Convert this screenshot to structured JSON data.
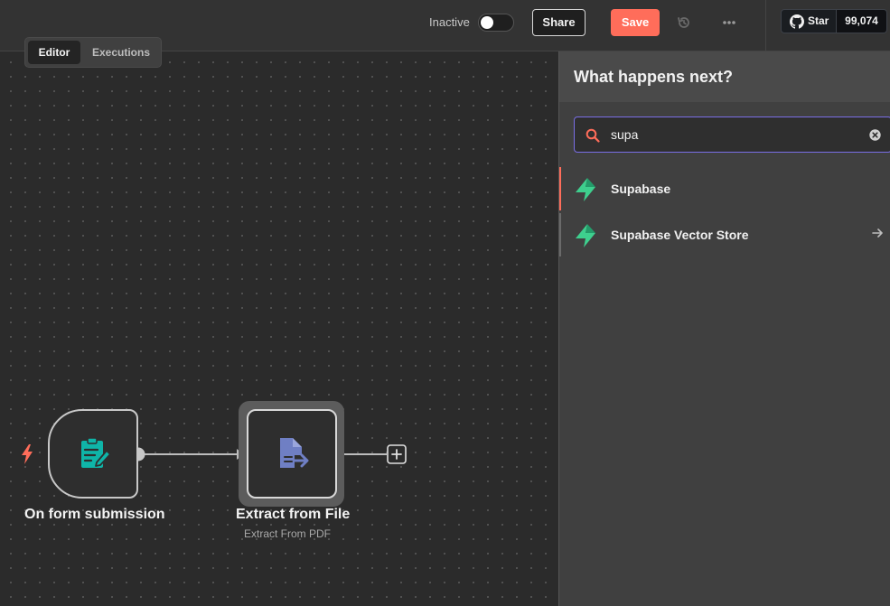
{
  "topbar": {
    "active_toggle_label": "Inactive",
    "active_toggle_on": false,
    "share_label": "Share",
    "save_label": "Save",
    "history_icon": "history-icon",
    "more_icon": "more-horizontal-icon",
    "github_star_label": "Star",
    "github_star_count": "99,074"
  },
  "canvas_tabs": {
    "editor_label": "Editor",
    "executions_label": "Executions",
    "active": "editor"
  },
  "workflow": {
    "nodes": [
      {
        "title": "On form submission",
        "subtitle": "",
        "icon": "form-icon",
        "is_trigger": true
      },
      {
        "title": "Extract from File",
        "subtitle": "Extract From PDF",
        "icon": "extract-file-icon",
        "is_trigger": false
      }
    ],
    "add_node_icon": "plus-icon"
  },
  "node_panel": {
    "title": "What happens next?",
    "search": {
      "value": "supa",
      "placeholder": ""
    },
    "results": [
      {
        "label": "Supabase",
        "icon": "supabase-icon",
        "has_arrow": false
      },
      {
        "label": "Supabase Vector Store",
        "icon": "supabase-icon",
        "has_arrow": true
      }
    ]
  },
  "colors": {
    "accent": "#ff6d5a",
    "supabase_green": "#3ecf8e",
    "form_teal": "#0fb5a8",
    "extract_blue": "#6f7fc4",
    "search_border": "#7a6ee6"
  }
}
